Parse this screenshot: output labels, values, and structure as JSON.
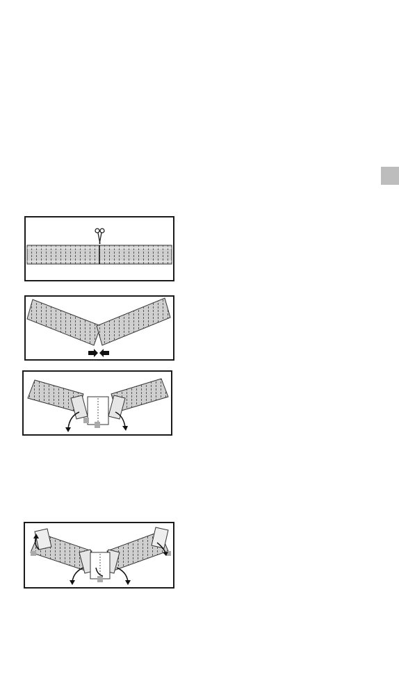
{
  "page": {
    "side_tab_color": "#bdbdbd",
    "figure_border_color": "#1a1a1a",
    "strip_fill_color": "#cfcfcf"
  },
  "figures": [
    {
      "id": "fig-1",
      "step": "cut-strip",
      "icon": "scissors-icon"
    },
    {
      "id": "fig-2",
      "step": "fold-into-v",
      "icon": "arrows-inward-icon"
    },
    {
      "id": "fig-3",
      "step": "fold-center-sections",
      "icon": "curved-arrow-icon"
    },
    {
      "id": "fig-4",
      "step": "fold-remaining-sections",
      "icon": "curved-arrow-icon"
    }
  ]
}
